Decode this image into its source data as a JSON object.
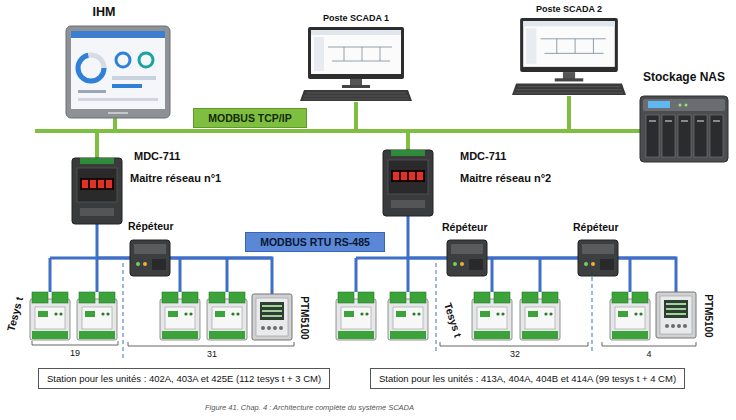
{
  "diagram": {
    "caption": "Figure 41. Chap. 4 : Architecture complète du système SCADA",
    "nodes": [
      {
        "text": [
          "IHM"
        ]
      },
      {
        "text": [
          "Poste SCADA 1"
        ]
      },
      {
        "text": [
          "Poste SCADA 2"
        ]
      },
      {
        "text": [
          "Stockage NAS"
        ]
      },
      {
        "text": [
          "MODBUS TCP/IP"
        ]
      },
      {
        "text": [
          "MDC-711",
          "Maitre réseau n°1"
        ]
      },
      {
        "text": [
          "MDC-711",
          "Maitre réseau n°2"
        ]
      },
      {
        "text": [
          "Répéteur"
        ]
      },
      {
        "text": [
          "MODBUS RTU RS-485"
        ]
      },
      {
        "text": [
          "Répéteur"
        ]
      },
      {
        "text": [
          "Répéteur"
        ]
      },
      {
        "text": [
          "PTM5100"
        ]
      },
      {
        "text": [
          "PTM5100"
        ]
      },
      {
        "text": [
          "Station pour les unités : 402A, 403A et 425E (112 tesys t + 3 CM)"
        ]
      },
      {
        "text": [
          "Station pour les unités : 413A, 404A, 404B et 414A (99 tesys t + 4 CM)"
        ]
      }
    ],
    "edges": [
      {
        "from": 0,
        "to": 5,
        "arrow": "none"
      },
      {
        "from": 5,
        "to": 1,
        "arrow": "none"
      },
      {
        "from": 1,
        "to": 6,
        "arrow": "none"
      },
      {
        "from": 6,
        "to": 2,
        "arrow": "none"
      },
      {
        "from": 2,
        "to": 3,
        "arrow": "none"
      },
      {
        "from": 5,
        "to": 7,
        "arrow": "none"
      },
      {
        "from": 7,
        "to": 11,
        "arrow": "none"
      },
      {
        "from": 6,
        "to": 9,
        "arrow": "none"
      },
      {
        "from": 9,
        "to": 10,
        "arrow": "none"
      },
      {
        "from": 10,
        "to": 12,
        "arrow": "none"
      }
    ],
    "labels": [
      "Tesys t",
      "19",
      "31",
      "Tesys t",
      "32",
      "4"
    ]
  }
}
